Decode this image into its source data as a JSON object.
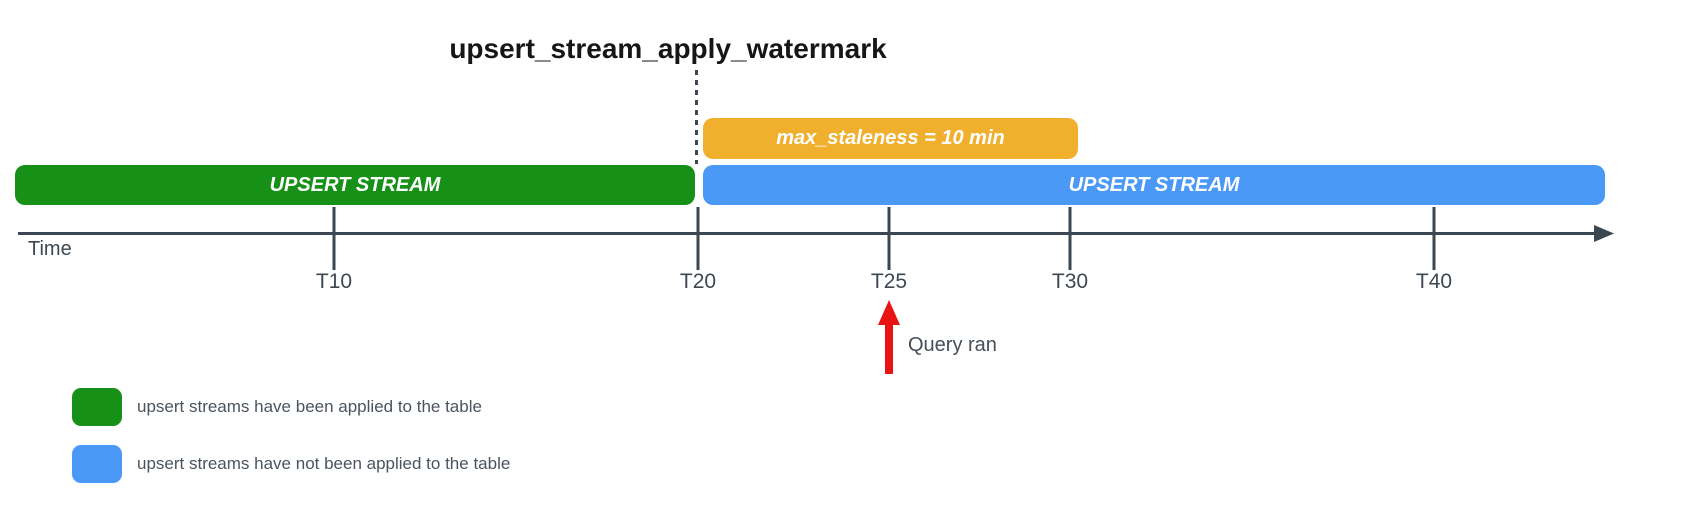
{
  "title": "upsert_stream_apply_watermark",
  "colors": {
    "applied_green": "#169016",
    "unapplied_blue": "#4A99F7",
    "staleness_orange": "#F0B02E",
    "query_red": "#E81414",
    "axis_dark": "#3A4752",
    "bar_text": "#FFFFFF"
  },
  "bars": {
    "applied_label": "UPSERT STREAM",
    "unapplied_label": "UPSERT STREAM",
    "staleness_label": "max_staleness = 10 min"
  },
  "timeline": {
    "axis_label": "Time",
    "ticks": [
      {
        "label": "T10"
      },
      {
        "label": "T20"
      },
      {
        "label": "T25"
      },
      {
        "label": "T30"
      },
      {
        "label": "T40"
      }
    ]
  },
  "annotation": {
    "query_label": "Query ran"
  },
  "legend": {
    "items": [
      {
        "color": "#169016",
        "label": "upsert streams have been applied to the table"
      },
      {
        "color": "#4A99F7",
        "label": "upsert streams have not been applied to the table"
      }
    ]
  }
}
